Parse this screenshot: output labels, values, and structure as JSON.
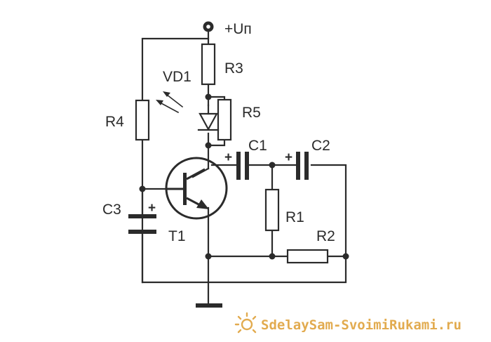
{
  "labels": {
    "supply": "+Uп",
    "R3": "R3",
    "VD1": "VD1",
    "R4": "R4",
    "R5": "R5",
    "C1": "C1",
    "C2": "C2",
    "C3": "C3",
    "T1": "T1",
    "R1": "R1",
    "R2": "R2",
    "plus_c1": "+",
    "plus_c2": "+",
    "plus_c3": "+"
  },
  "watermark": {
    "text": "SdelaySam-SvoimiRukami.ru",
    "icon": "sun-icon",
    "color": "#e2ab4f"
  }
}
